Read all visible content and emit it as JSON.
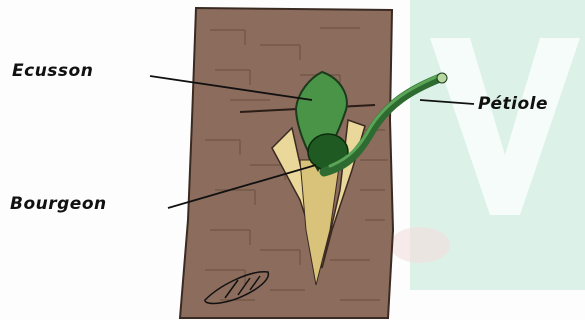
{
  "labels": {
    "ecusson": "Ecusson",
    "bourgeon": "Bourgeon",
    "petiole": "Pétiole"
  },
  "watermark": {
    "letter": "V"
  },
  "colors": {
    "bark": "#8a6a5a",
    "leaf_green": "#3f8a40",
    "bud_green": "#1f5a22",
    "cambium": "#e9d79a",
    "watermark": "#cde9dc"
  }
}
